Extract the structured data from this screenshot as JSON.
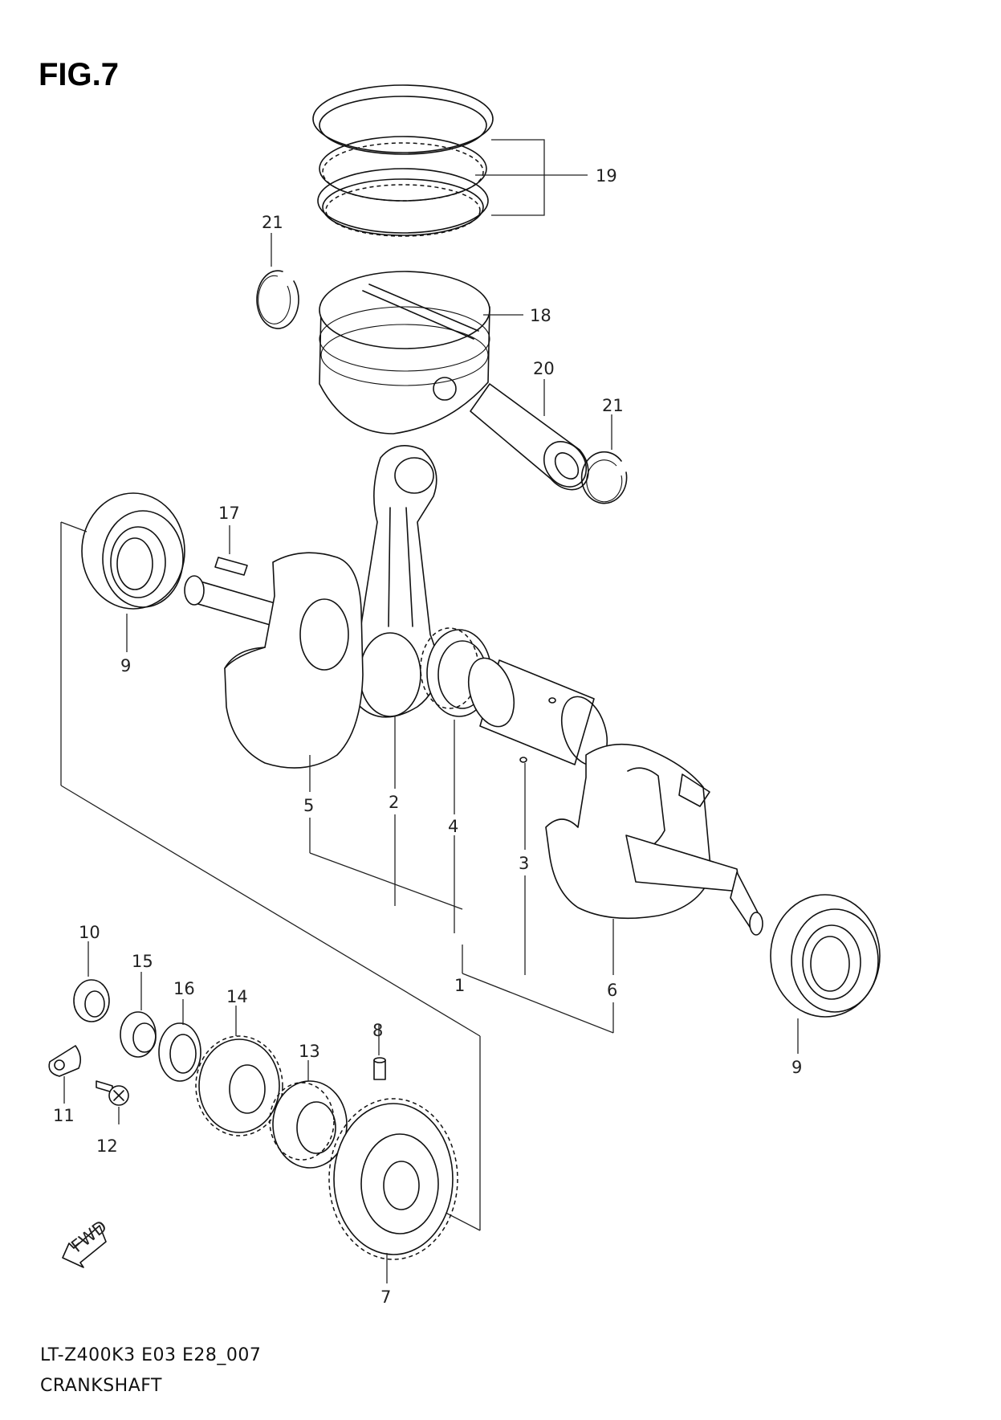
{
  "figure": {
    "title": "FIG.7"
  },
  "callouts": {
    "c1": "1",
    "c2": "2",
    "c3": "3",
    "c4": "4",
    "c5": "5",
    "c6": "6",
    "c7": "7",
    "c8": "8",
    "c9a": "9",
    "c9b": "9",
    "c10": "10",
    "c11": "11",
    "c12": "12",
    "c13": "13",
    "c14": "14",
    "c15": "15",
    "c16": "16",
    "c17": "17",
    "c18": "18",
    "c19": "19",
    "c20": "20",
    "c21a": "21",
    "c21b": "21"
  },
  "fwd_label": "FWD",
  "footer": {
    "model_code": "LT-Z400K3 E03 E28_007",
    "caption": "CRANKSHAFT"
  }
}
